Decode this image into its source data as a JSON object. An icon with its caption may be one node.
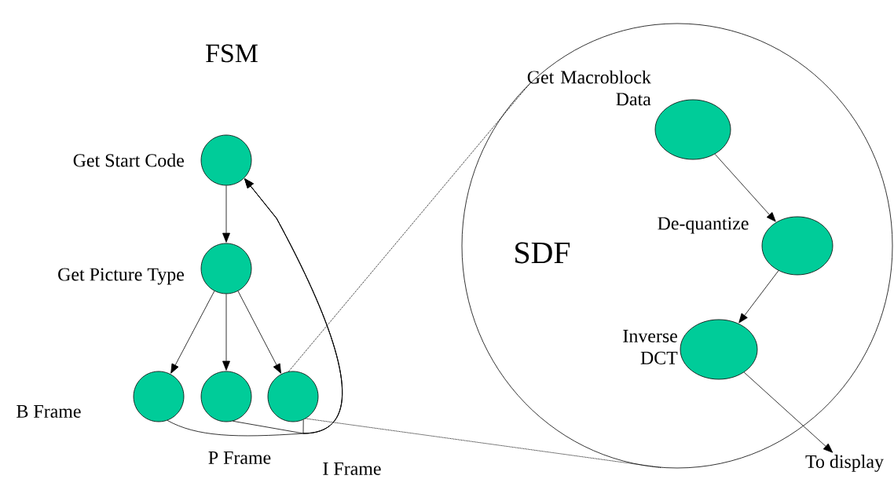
{
  "diagram": {
    "nodes": [
      {
        "text": [],
        "shape": "circle",
        "beside": [
          "Get Start Code"
        ]
      },
      {
        "text": [],
        "shape": "circle",
        "beside": [
          "Get Picture Type"
        ]
      },
      {
        "text": [],
        "shape": "circle",
        "beside": [
          "B Frame"
        ]
      },
      {
        "text": [],
        "shape": "circle",
        "beside": [
          "P Frame"
        ]
      },
      {
        "text": [],
        "shape": "circle",
        "beside": [
          "I Frame"
        ]
      },
      {
        "text": [
          "SDF"
        ]
      },
      {
        "text": [],
        "shape": "ellipse",
        "in": 5,
        "beside": [
          "Get Macroblock Data"
        ]
      },
      {
        "text": [],
        "shape": "ellipse",
        "in": 5,
        "beside": [
          "De-quantize"
        ]
      },
      {
        "text": [],
        "shape": "ellipse",
        "in": 5,
        "beside": [
          "Inverse DCT"
        ]
      },
      {
        "text": [
          "To display"
        ]
      }
    ],
    "edges": [
      {
        "from": 0,
        "to": 1,
        "arrow": "to"
      },
      {
        "from": 1,
        "to": 2,
        "arrow": "to"
      },
      {
        "from": 1,
        "to": 3,
        "arrow": "to"
      },
      {
        "from": 1,
        "to": 4,
        "arrow": "to"
      },
      {
        "from": 2,
        "to": 0,
        "arrow": "to"
      },
      {
        "from": 3,
        "to": 0,
        "arrow": "to"
      },
      {
        "from": 4,
        "to": 0,
        "arrow": "to"
      },
      {
        "from": 4,
        "to": 5,
        "arrow": "none",
        "style": "dashed"
      },
      {
        "from": 4,
        "to": 5,
        "arrow": "none",
        "style": "dashed"
      },
      {
        "from": 6,
        "to": 7,
        "arrow": "to"
      },
      {
        "from": 7,
        "to": 8,
        "arrow": "to"
      },
      {
        "from": 8,
        "to": 9,
        "arrow": "to"
      }
    ],
    "labels": [
      "FSM"
    ]
  }
}
